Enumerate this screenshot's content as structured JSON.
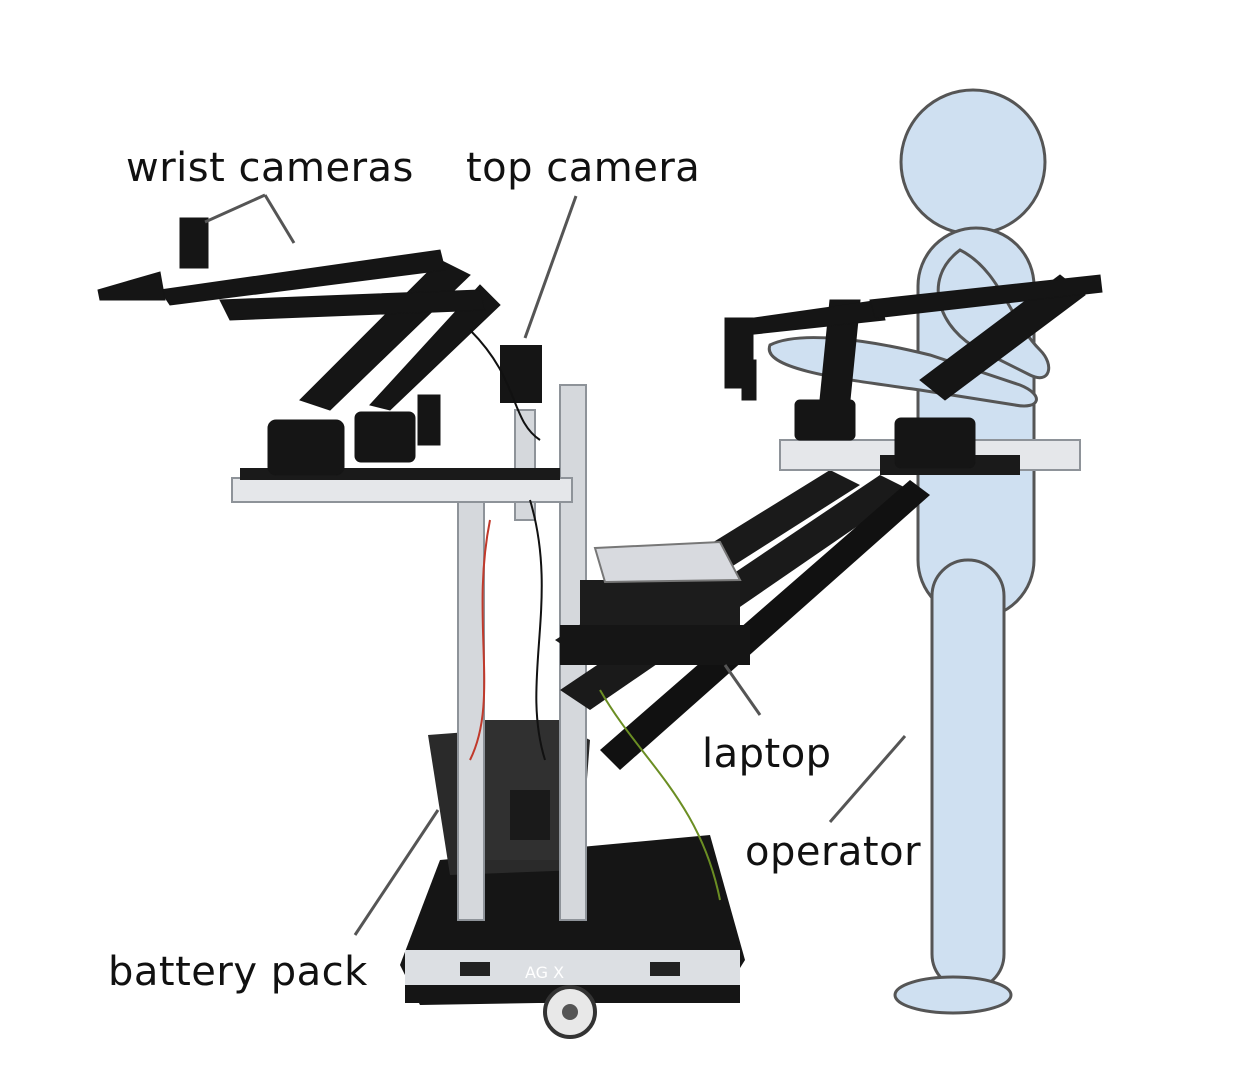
{
  "labels": {
    "wrist_cameras": "wrist cameras",
    "top_camera": "top camera",
    "laptop": "laptop",
    "operator": "operator",
    "battery_pack": "battery pack"
  },
  "colors": {
    "operator_fill": "#cfe0f1",
    "operator_stroke": "#555555",
    "pointer_line": "#555555",
    "robot_frame": "#111111",
    "aluminum": "#d5d8dc"
  },
  "image": {
    "subject": "mobile bimanual robot with teleoperation station"
  }
}
